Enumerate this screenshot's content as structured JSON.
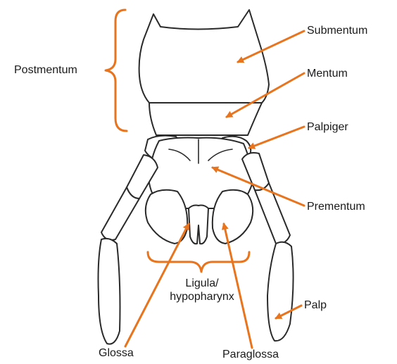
{
  "colors": {
    "accent": "#e8741e",
    "outline": "#2a2a2a",
    "text": "#1a1a1a"
  },
  "labels": {
    "postmentum": "Postmentum",
    "submentum": "Submentum",
    "mentum": "Mentum",
    "palpiger": "Palpiger",
    "prementum": "Prementum",
    "ligula_line1": "Ligula/",
    "ligula_line2": "hypopharynx",
    "palp": "Palp",
    "glossa": "Glossa",
    "paraglossa": "Paraglossa"
  }
}
